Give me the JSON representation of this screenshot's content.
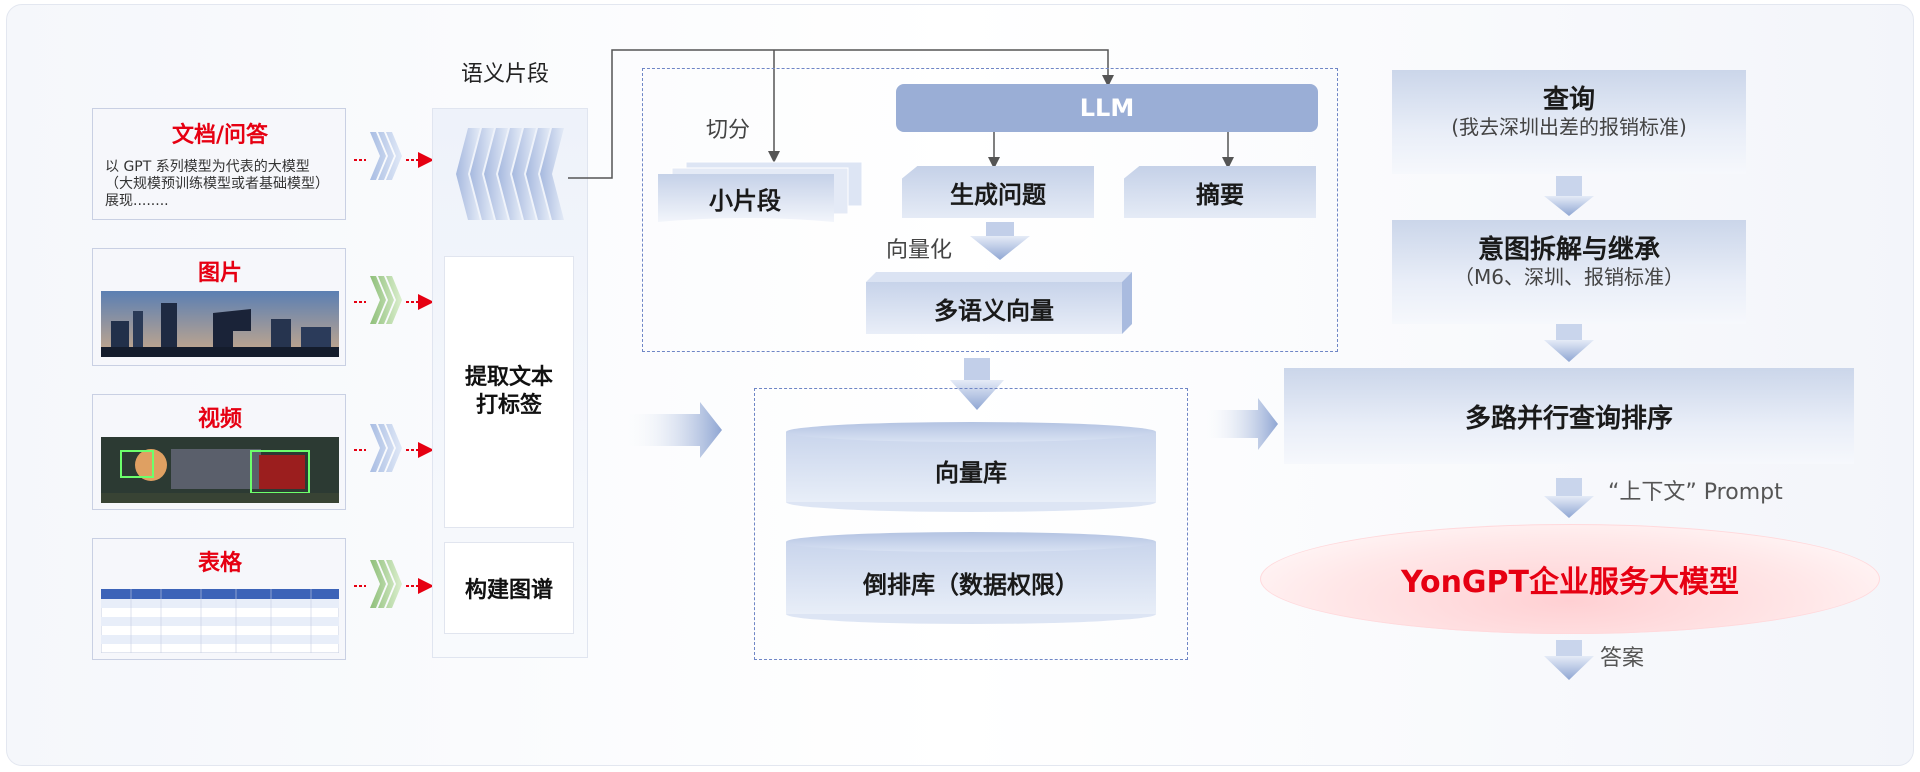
{
  "sources": {
    "doc": {
      "title": "文档/问答",
      "desc_lines": [
        "以 GPT 系列模型为代表的大模型",
        "（大规模预训练模型或者基础模型）",
        "展现........"
      ]
    },
    "image": {
      "title": "图片"
    },
    "video": {
      "title": "视频"
    },
    "table": {
      "title": "表格"
    }
  },
  "middle": {
    "semantic_fragment": "语义片段",
    "extract_text": "提取文本打标签",
    "build_graph": "构建图谱"
  },
  "vector_panel": {
    "llm": "LLM",
    "split": "切分",
    "small_segment": "小片段",
    "generate_questions": "生成问题",
    "summary": "摘要",
    "vectorize": "向量化",
    "multi_semantic_vector": "多语义向量"
  },
  "storage": {
    "vector_db": "向量库",
    "inverted_index": "倒排库（数据权限）"
  },
  "right": {
    "query_title": "查询",
    "query_example": "(我去深圳出差的报销标准)",
    "intent_title": "意图拆解与继承",
    "intent_detail": "（M6、深圳、报销标准）",
    "parallel_query": "多路并行查询排序",
    "context_prompt": "“上下文” Prompt",
    "model_name": "YonGPT企业服务大模型",
    "answer": "答案"
  },
  "colors": {
    "accent_red": "#e60012",
    "steel_blue": "#9aaed6",
    "dashed_border": "#6f86c6"
  },
  "icons": [
    "stacked-pages-icon",
    "chevron-arrow-icon",
    "photo-city-icon",
    "photo-truck-icon",
    "table-thumbnail-icon"
  ]
}
